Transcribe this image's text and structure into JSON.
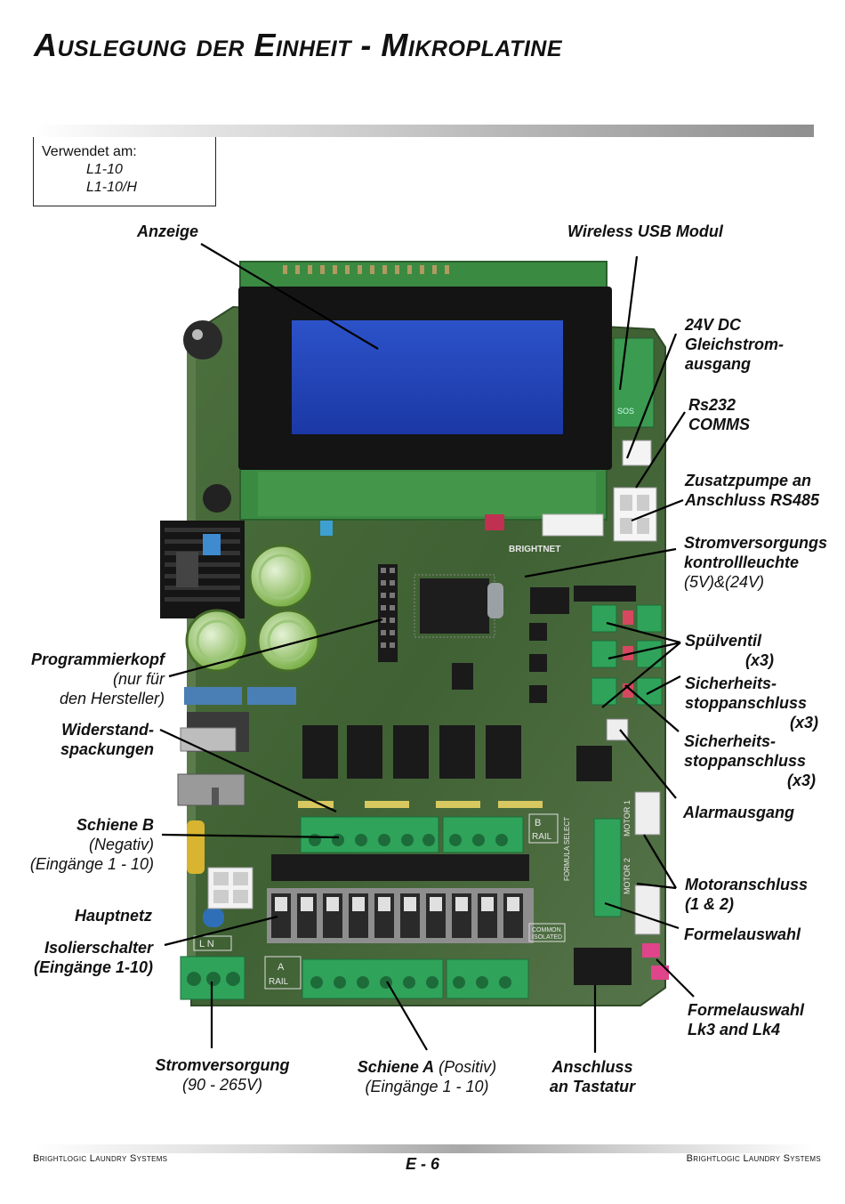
{
  "title": "Auslegung der Einheit - Mikroplatine",
  "used_on": {
    "heading": "Verwendet am:",
    "models": [
      "L1-10",
      "L1-10/H"
    ]
  },
  "labels": {
    "anzeige": "Anzeige",
    "wireless": "Wireless USB Modul",
    "dc24_1": "24V DC",
    "dc24_2": "Gleichstrom-",
    "dc24_3": "ausgang",
    "rs232_1": "Rs232",
    "rs232_2": "COMMS",
    "zusatz_1": "Zusatzpumpe an",
    "zusatz_2": "Anschluss RS485",
    "strom_1": "Stromversorgungs",
    "strom_2": "kontrollleuchte",
    "strom_3": "(5V)&(24V)",
    "prog_1": "Programmierkopf",
    "prog_2": "(nur für",
    "prog_3": "den Hersteller)",
    "spuel_1": "Spülventil",
    "spuel_2": "(x3)",
    "sich1_1": "Sicherheits-",
    "sich1_2": "stoppanschluss",
    "sich1_3": "(x3)",
    "sich2_1": "Sicherheits-",
    "sich2_2": "stoppanschluss",
    "sich2_3": "(x3)",
    "wider_1": "Widerstand-",
    "wider_2": "spackungen",
    "alarm": "Alarmausgang",
    "schB_1": "Schiene B",
    "schB_2": "(Negativ)",
    "schB_3": "(Eingänge 1 - 10)",
    "motor_1": "Motoranschluss",
    "motor_2": "(1 & 2)",
    "haupt": "Hauptnetz",
    "formel": "Formelauswahl",
    "iso_1": "Isolierschalter",
    "iso_2": "(Eingänge 1-10)",
    "flk_1": "Formelauswahl",
    "flk_2": "Lk3 and Lk4",
    "sv_1": "Stromversorgung",
    "sv_2": "(90 - 265V)",
    "schA_1": "Schiene A",
    "schA_1b": " (Positiv)",
    "schA_2": "(Eingänge 1 - 10)",
    "tast_1": "Anschluss",
    "tast_2": "an Tastatur"
  },
  "board_text": {
    "brightnet": "BRIGHTNET",
    "b_rail_1": "B",
    "b_rail_2": "RAIL",
    "a_rail_1": "A",
    "a_rail_2": "RAIL",
    "motor1": "MOTOR 1",
    "motor2": "MOTOR 2",
    "formula_select": "FORMULA SELECT",
    "common": "COMMON",
    "isolated": "ISOLATED",
    "ln": "L N",
    "sos": "SOS"
  },
  "footer": {
    "left": "Brightlogic Laundry Systems",
    "right": "Brightlogic Laundry Systems",
    "page": "E - 6"
  }
}
